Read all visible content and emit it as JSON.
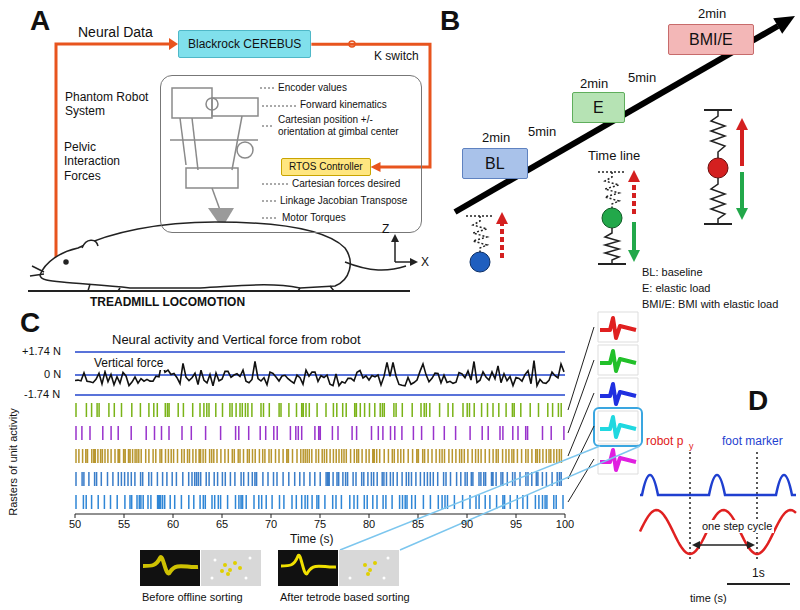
{
  "diagram": {
    "nodes": [
      {
        "text": [
          "Blackrock CEREBUS"
        ]
      },
      {
        "text": [
          "Phantom Robot System"
        ]
      },
      {
        "text": [
          "RTOS Controller"
        ],
        "in": 1
      },
      {
        "text": [
          "BL"
        ]
      },
      {
        "text": [
          "E"
        ]
      },
      {
        "text": [
          "BMI/E"
        ]
      }
    ],
    "edges": [
      {
        "from": 0,
        "to": 2,
        "arrow": "to"
      }
    ],
    "labels": [
      "A",
      "Neural Data",
      "K switch",
      "Pelvic Interaction Forces",
      "Encoder values",
      "Forward kinematics",
      "Cartesian position +/- orientation at gimbal center",
      "Cartesian forces desired",
      "Linkage Jacobian Transpose",
      "Motor Torques",
      "TREADMILL LOCOMOTION",
      "Z",
      "X",
      "B",
      "2min",
      "5min",
      "2min",
      "5min",
      "2min",
      "Time line",
      "BL: baseline",
      "E: elastic load",
      "BMI/E: BMI with elastic load",
      "C",
      "Neural activity and Vertical force from robot",
      "Vertical force",
      "+1.74 N",
      "0 N",
      "-1.74 N",
      "Rasters of unit activity",
      "50",
      "55",
      "60",
      "65",
      "70",
      "75",
      "80",
      "85",
      "90",
      "95",
      "100",
      "Time (s)",
      "Before offline sorting",
      "After tetrode based sorting",
      "D",
      "robot p",
      "y",
      "foot marker",
      "one step cycle",
      "1s",
      "time (s)"
    ]
  }
}
